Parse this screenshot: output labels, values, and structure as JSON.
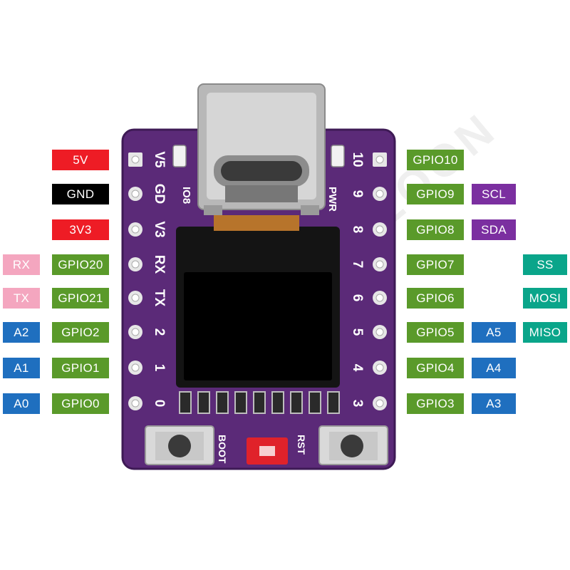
{
  "watermark": "GOOUUUINZOON",
  "left_labels": [
    {
      "id": "5v",
      "cols": [
        {
          "text": "5V",
          "color": "red"
        }
      ]
    },
    {
      "id": "gnd",
      "cols": [
        {
          "text": "GND",
          "color": "black"
        }
      ]
    },
    {
      "id": "3v3",
      "cols": [
        {
          "text": "3V3",
          "color": "red"
        }
      ]
    },
    {
      "id": "gpio20",
      "cols": [
        {
          "text": "RX",
          "color": "pink"
        },
        {
          "text": "GPIO20",
          "color": "green"
        }
      ]
    },
    {
      "id": "gpio21",
      "cols": [
        {
          "text": "TX",
          "color": "pink"
        },
        {
          "text": "GPIO21",
          "color": "green"
        }
      ]
    },
    {
      "id": "gpio2",
      "cols": [
        {
          "text": "A2",
          "color": "blue"
        },
        {
          "text": "GPIO2",
          "color": "green"
        }
      ]
    },
    {
      "id": "gpio1",
      "cols": [
        {
          "text": "A1",
          "color": "blue"
        },
        {
          "text": "GPIO1",
          "color": "green"
        }
      ]
    },
    {
      "id": "gpio0",
      "cols": [
        {
          "text": "A0",
          "color": "blue"
        },
        {
          "text": "GPIO0",
          "color": "green"
        }
      ]
    }
  ],
  "right_labels": [
    {
      "id": "gpio10",
      "gpio": "GPIO10",
      "func": "",
      "spi": ""
    },
    {
      "id": "gpio9",
      "gpio": "GPIO9",
      "func": "SCL",
      "spi": ""
    },
    {
      "id": "gpio8",
      "gpio": "GPIO8",
      "func": "SDA",
      "spi": ""
    },
    {
      "id": "gpio7",
      "gpio": "GPIO7",
      "func": "",
      "spi": "SS"
    },
    {
      "id": "gpio6",
      "gpio": "GPIO6",
      "func": "",
      "spi": "MOSI"
    },
    {
      "id": "gpio5",
      "gpio": "GPIO5",
      "func": "A5",
      "spi": "MISO"
    },
    {
      "id": "gpio4",
      "gpio": "GPIO4",
      "func": "A4",
      "spi": ""
    },
    {
      "id": "gpio3",
      "gpio": "GPIO3",
      "func": "A3",
      "spi": ""
    }
  ],
  "board": {
    "left_silk": [
      "V5",
      "GD",
      "V3",
      "RX",
      "TX",
      "2",
      "1",
      "0"
    ],
    "right_silk": [
      "10",
      "9",
      "8",
      "7",
      "6",
      "5",
      "4",
      "3"
    ],
    "io8_label": "IO8",
    "pwr_label": "PWR",
    "boot_label": "BOOT",
    "rst_label": "RST"
  },
  "colors": {
    "red": "#ee1c25",
    "black": "#000000",
    "green": "#5a9a2a",
    "pink": "#f4a6bf",
    "blue": "#1f6fbf",
    "purple": "#7b2fa0",
    "teal": "#0aa58a",
    "pcb": "#5b2a78"
  }
}
